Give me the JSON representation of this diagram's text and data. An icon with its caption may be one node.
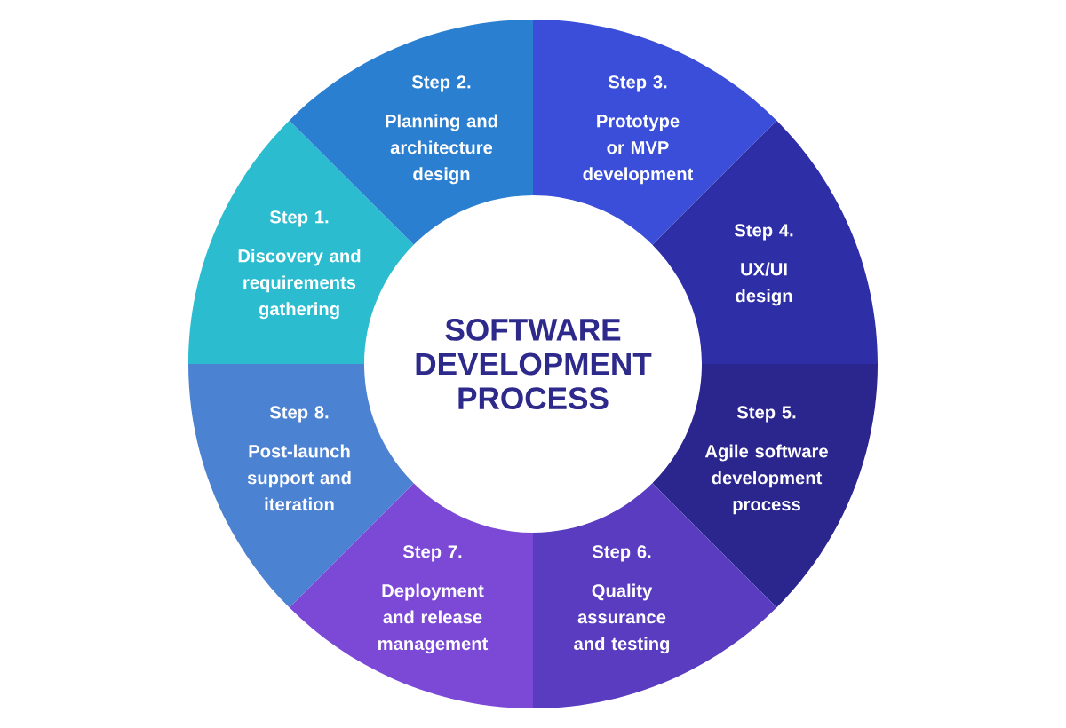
{
  "diagram": {
    "nodes": [
      {
        "text": [
          "SOFTWARE DEVELOPMENT PROCESS"
        ]
      },
      {
        "text": [
          "Step 1.",
          "Discovery and requirements gathering"
        ]
      },
      {
        "text": [
          "Step 2.",
          "Planning and architecture design"
        ]
      },
      {
        "text": [
          "Step 3.",
          "Prototype or MVP development"
        ]
      },
      {
        "text": [
          "Step 4.",
          "UX/UI design"
        ]
      },
      {
        "text": [
          "Step 5.",
          "Agile software development process"
        ]
      },
      {
        "text": [
          "Step 6.",
          "Quality assurance and testing"
        ]
      },
      {
        "text": [
          "Step 7.",
          "Deployment and release management"
        ]
      },
      {
        "text": [
          "Step 8.",
          "Post-launch support and iteration"
        ]
      }
    ],
    "edges": []
  }
}
